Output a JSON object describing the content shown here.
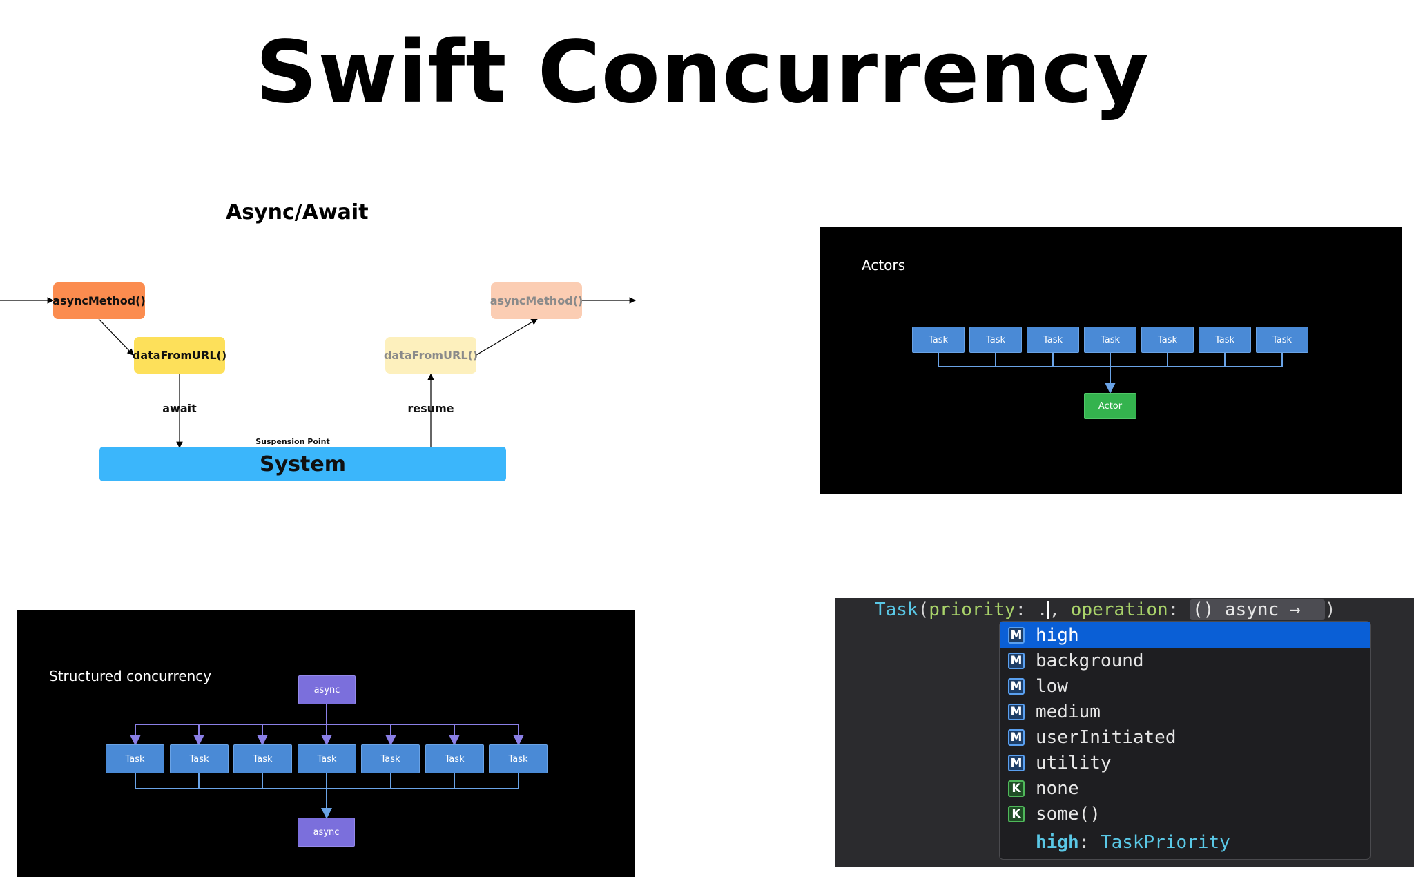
{
  "title": "Swift Concurrency",
  "async_await": {
    "title": "Async/Await",
    "async_method_label": "asyncMethod()",
    "data_from_url_label": "dataFromURL()",
    "await_label": "await",
    "resume_label": "resume",
    "suspension_label": "Suspension Point",
    "system_label": "System",
    "colors": {
      "orange": "#fb8c4f",
      "yellow": "#fde05a",
      "system": "#3bb6fb",
      "orange_faded": "#fbcdb3",
      "yellow_faded": "#fdf0bd"
    }
  },
  "actors": {
    "title": "Actors",
    "tasks": [
      "Task",
      "Task",
      "Task",
      "Task",
      "Task",
      "Task",
      "Task"
    ],
    "actor_label": "Actor",
    "colors": {
      "task": "#4a8ad6",
      "actor": "#34b34e"
    }
  },
  "structured": {
    "title": "Structured concurrency",
    "top_label": "async",
    "bottom_label": "async",
    "tasks": [
      "Task",
      "Task",
      "Task",
      "Task",
      "Task",
      "Task",
      "Task"
    ],
    "colors": {
      "task": "#4a8ad6",
      "async": "#7b6fdc"
    }
  },
  "code": {
    "type_name": "Task",
    "param1": "priority",
    "param2": "operation",
    "placeholder": "() async → _",
    "items": [
      {
        "kind": "M",
        "label": "high",
        "selected": true
      },
      {
        "kind": "M",
        "label": "background"
      },
      {
        "kind": "M",
        "label": "low"
      },
      {
        "kind": "M",
        "label": "medium"
      },
      {
        "kind": "M",
        "label": "userInitiated"
      },
      {
        "kind": "M",
        "label": "utility"
      },
      {
        "kind": "K",
        "label": "none"
      },
      {
        "kind": "K",
        "label": "some()"
      }
    ],
    "footer_name": "high",
    "footer_type": "TaskPriority"
  }
}
